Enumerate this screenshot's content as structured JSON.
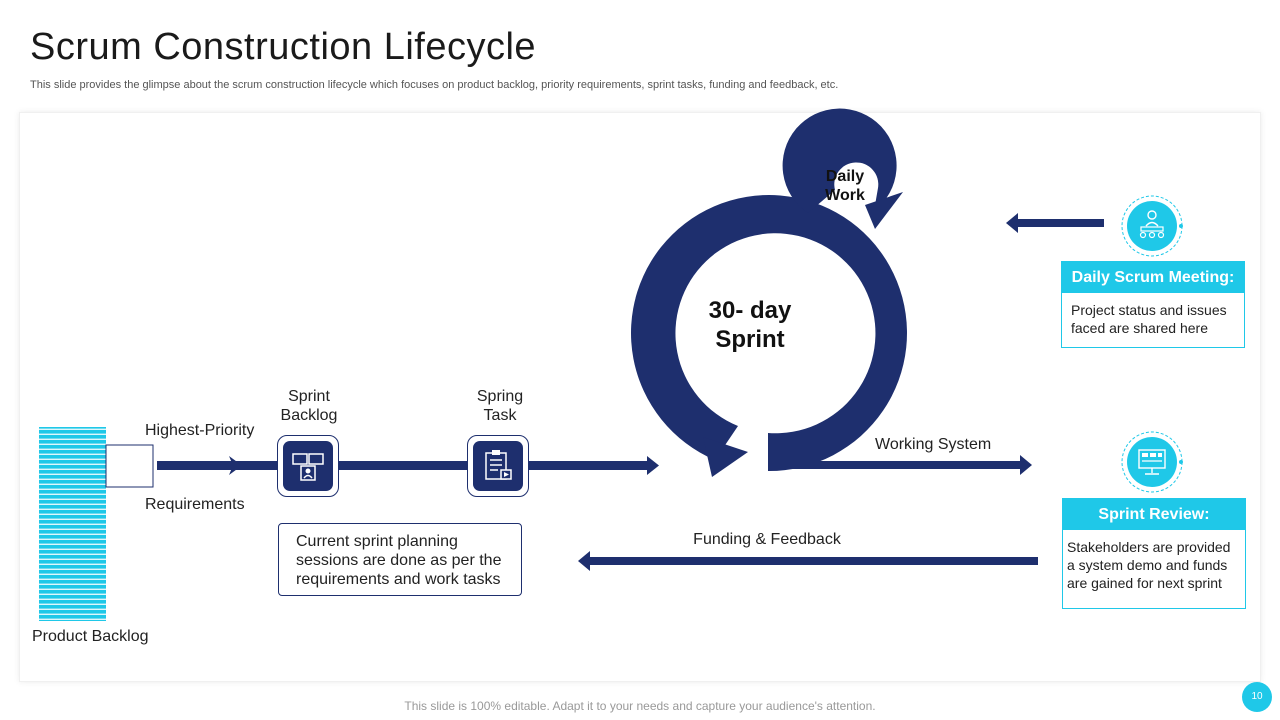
{
  "header": {
    "title": "Scrum Construction Lifecycle",
    "subtitle": "This slide provides the glimpse about the scrum construction lifecycle which focuses on product backlog, priority requirements, sprint tasks, funding and feedback, etc."
  },
  "diagram": {
    "product_backlog": "Product Backlog",
    "highest_priority": "Highest-Priority",
    "requirements": "Requirements",
    "sprint_backlog": "Sprint Backlog",
    "spring_task": "Spring Task",
    "planning_note": "Current sprint planning sessions are done as per the requirements and work tasks",
    "sprint_center": "30- day Sprint",
    "daily_work": "Daily Work",
    "working_system": "Working System",
    "funding_feedback": "Funding & Feedback",
    "daily_scrum": {
      "title": "Daily Scrum Meeting:",
      "text": "Project status and issues faced are shared here",
      "icon": "meeting-icon"
    },
    "sprint_review": {
      "title": "Sprint Review:",
      "text": "Stakeholders are provided a system demo and funds are gained for next sprint",
      "icon": "presentation-icon"
    }
  },
  "colors": {
    "navy": "#1e2f6e",
    "cyan": "#1fc8e8"
  },
  "footer": {
    "note": "This slide is 100% editable. Adapt it to your needs and capture your audience's attention.",
    "page": "10"
  }
}
